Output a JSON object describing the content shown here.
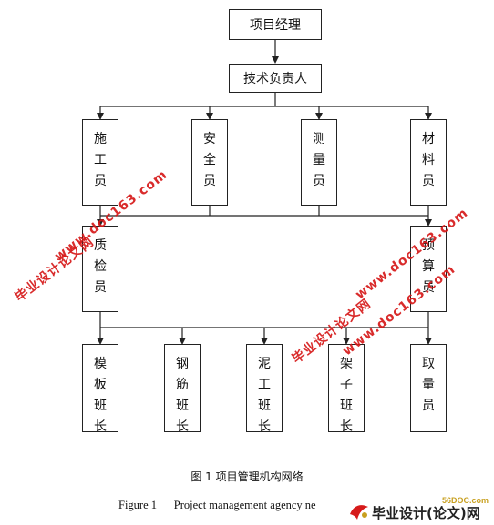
{
  "diagram": {
    "title_node": "项目经理",
    "level2": "技术负责人",
    "level3": [
      "施工员",
      "安全员",
      "测量员",
      "材料员"
    ],
    "level4": [
      "质检员",
      "预算员"
    ],
    "level5": [
      "模板班长",
      "钢筋班长",
      "泥工班长",
      "架子班长",
      "取量员"
    ]
  },
  "captions": {
    "cn": "图 1  项目管理机构网络",
    "en": "Figure 1      Project management agency ne"
  },
  "watermarks": {
    "wm1_cn": "毕业设计论文网",
    "wm1_url": "www.doc163.com",
    "wm2_cn": "毕业设计论文网",
    "wm2_url": "www.doc163.com",
    "wm3_url": "www.doc163.com"
  },
  "logo": {
    "domain": "56DOC.com",
    "text": "毕业设计(论文)网"
  },
  "colors": {
    "line": "#222222",
    "watermark": "#d61a1a",
    "logo_accent": "#c8a020"
  }
}
